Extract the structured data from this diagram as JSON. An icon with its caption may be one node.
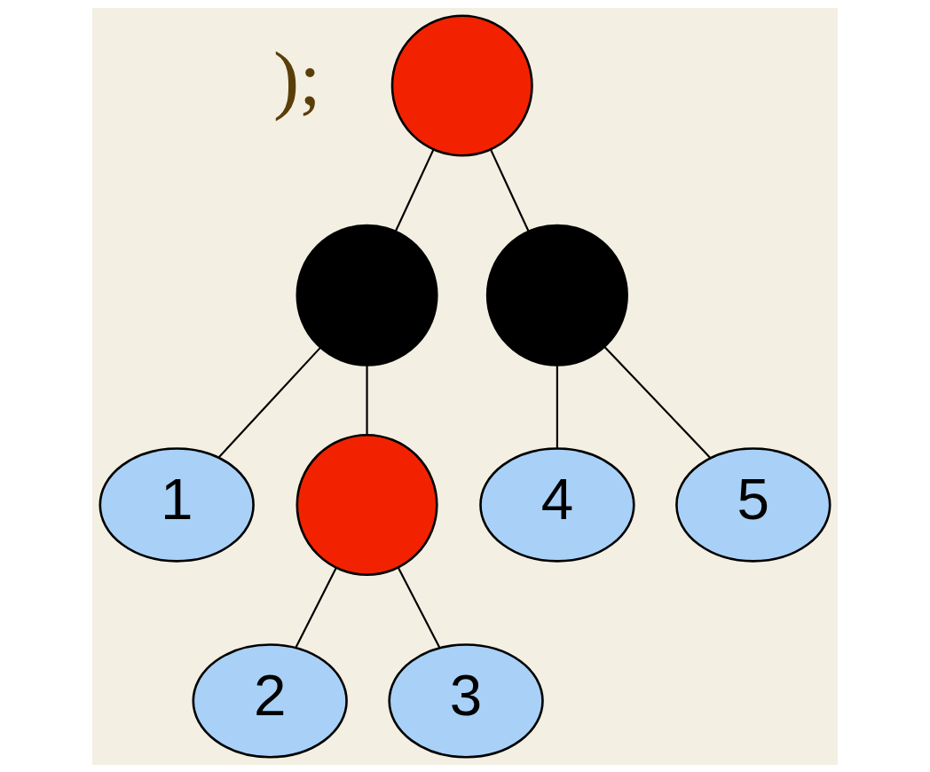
{
  "diagram": {
    "nodes": [
      {
        "text": [],
        "shape": "circle"
      },
      {
        "text": [],
        "shape": "circle"
      },
      {
        "text": [],
        "shape": "circle"
      },
      {
        "text": [
          "1"
        ]
      },
      {
        "text": [],
        "shape": "circle"
      },
      {
        "text": [
          "4"
        ]
      },
      {
        "text": [
          "5"
        ]
      },
      {
        "text": [
          "2"
        ]
      },
      {
        "text": [
          "3"
        ]
      }
    ],
    "edges": [
      {
        "from": 0,
        "to": 1,
        "arrow": "none"
      },
      {
        "from": 0,
        "to": 2,
        "arrow": "none"
      },
      {
        "from": 1,
        "to": 3,
        "arrow": "none"
      },
      {
        "from": 1,
        "to": 4,
        "arrow": "none"
      },
      {
        "from": 2,
        "to": 5,
        "arrow": "none"
      },
      {
        "from": 2,
        "to": 6,
        "arrow": "none"
      },
      {
        "from": 4,
        "to": 7,
        "arrow": "none"
      },
      {
        "from": 4,
        "to": 8,
        "arrow": "none"
      }
    ],
    "labels": [
      ");"
    ]
  }
}
